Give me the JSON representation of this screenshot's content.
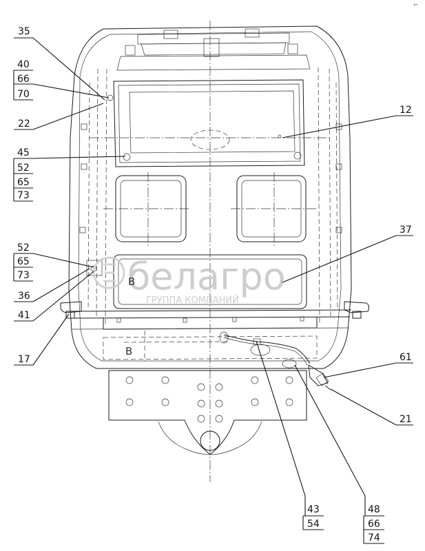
{
  "corner_mark": "⌐",
  "watermark": {
    "brand": "белагро",
    "subtitle": "ГРУППА КОМПАНИЙ"
  },
  "view_marks": [
    "B",
    "B"
  ],
  "callouts": {
    "c35": "35",
    "c40": [
      "40",
      "66",
      "70"
    ],
    "c22": "22",
    "c45": [
      "45",
      "52",
      "65",
      "73"
    ],
    "c52": [
      "52",
      "65",
      "73"
    ],
    "c36": "36",
    "c41": "41",
    "c17": "17",
    "c12": "12",
    "c37": "37",
    "c61": "61",
    "c21": "21",
    "c43": [
      "43",
      "54"
    ],
    "c48": [
      "48",
      "66",
      "74"
    ]
  }
}
